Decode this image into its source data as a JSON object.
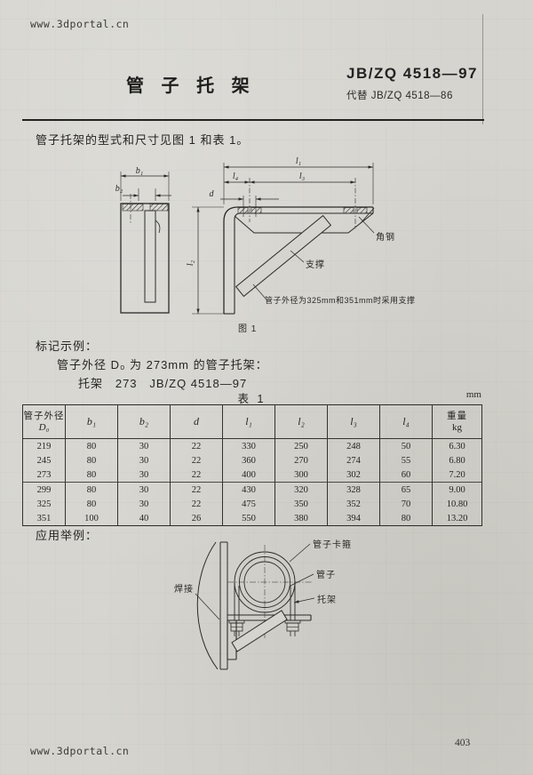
{
  "page": {
    "site_watermark": "www.3dportal.cn",
    "page_number": "403"
  },
  "header": {
    "title": "管 子 托 架",
    "code": "JB/ZQ 4518—97",
    "replaces": "代替 JB/ZQ 4518—86"
  },
  "intro_text": "管子托架的型式和尺寸见图 1 和表 1。",
  "figure1": {
    "caption": "图 1",
    "dim_b1": "b₁",
    "dim_b2": "b₂",
    "dim_d": "d",
    "dim_l1": "l₁",
    "dim_l2": "l₂",
    "dim_l3": "l₃",
    "dim_l4": "l₄",
    "label_angle_steel": "角钢",
    "label_support": "支撑",
    "note_support": "管子外径为325mm和351mm时采用支撑"
  },
  "marking_example": {
    "heading": "标记示例：",
    "line1": "管子外径 D₀ 为 273mm 的管子托架：",
    "line2": "托架   273   JB/ZQ 4518—97"
  },
  "table1": {
    "caption": "表 1",
    "unit": "mm",
    "col_d0_line1": "管子外径",
    "col_d0_line2": "D₀",
    "cols": [
      "b₁",
      "b₂",
      "d",
      "l₁",
      "l₂",
      "l₃",
      "l₄"
    ],
    "col_weight_line1": "重量",
    "col_weight_line2": "kg",
    "rows": [
      [
        "219",
        "80",
        "30",
        "22",
        "330",
        "250",
        "248",
        "50",
        "6.30"
      ],
      [
        "245",
        "80",
        "30",
        "22",
        "360",
        "270",
        "274",
        "55",
        "6.80"
      ],
      [
        "273",
        "80",
        "30",
        "22",
        "400",
        "300",
        "302",
        "60",
        "7.20"
      ],
      [
        "299",
        "80",
        "30",
        "22",
        "430",
        "320",
        "328",
        "65",
        "9.00"
      ],
      [
        "325",
        "80",
        "30",
        "22",
        "475",
        "350",
        "352",
        "70",
        "10.80"
      ],
      [
        "351",
        "100",
        "40",
        "26",
        "550",
        "380",
        "394",
        "80",
        "13.20"
      ]
    ]
  },
  "application": {
    "heading": "应用举例：",
    "label_clamp": "管子卡箍",
    "label_pipe": "管子",
    "label_bracket": "托架",
    "label_weld": "焊接"
  }
}
